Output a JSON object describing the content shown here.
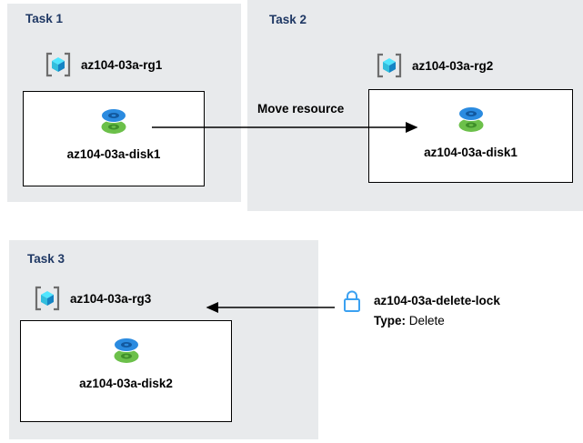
{
  "tasks": {
    "task1": {
      "label": "Task 1",
      "resource_group": "az104-03a-rg1",
      "disk": "az104-03a-disk1"
    },
    "task2": {
      "label": "Task 2",
      "resource_group": "az104-03a-rg2",
      "disk": "az104-03a-disk1"
    },
    "task3": {
      "label": "Task 3",
      "resource_group": "az104-03a-rg3",
      "disk": "az104-03a-disk2",
      "lock": {
        "name": "az104-03a-delete-lock",
        "type_label": "Type:",
        "type_value": "Delete"
      }
    }
  },
  "arrows": {
    "move_label": "Move resource"
  },
  "icons": {
    "resource_group": "azure-resource-group-icon",
    "disk": "azure-managed-disk-icon",
    "lock": "delete-lock-icon"
  },
  "colors": {
    "panel_background": "#e8eaec",
    "task_label": "#1f3864",
    "resource_name_text": "#000000",
    "box_border": "#000000",
    "arrow": "#000000",
    "disk_blue": "#2b8be0",
    "disk_blue_dark": "#12589e",
    "disk_green": "#6cc04a",
    "disk_green_dark": "#3f8f2a",
    "cube_top": "#50e6ff",
    "cube_left": "#32bedd",
    "cube_right": "#1584c4",
    "bracket_gray": "#6e6e6e",
    "lock_blue": "#3ba1f1"
  }
}
